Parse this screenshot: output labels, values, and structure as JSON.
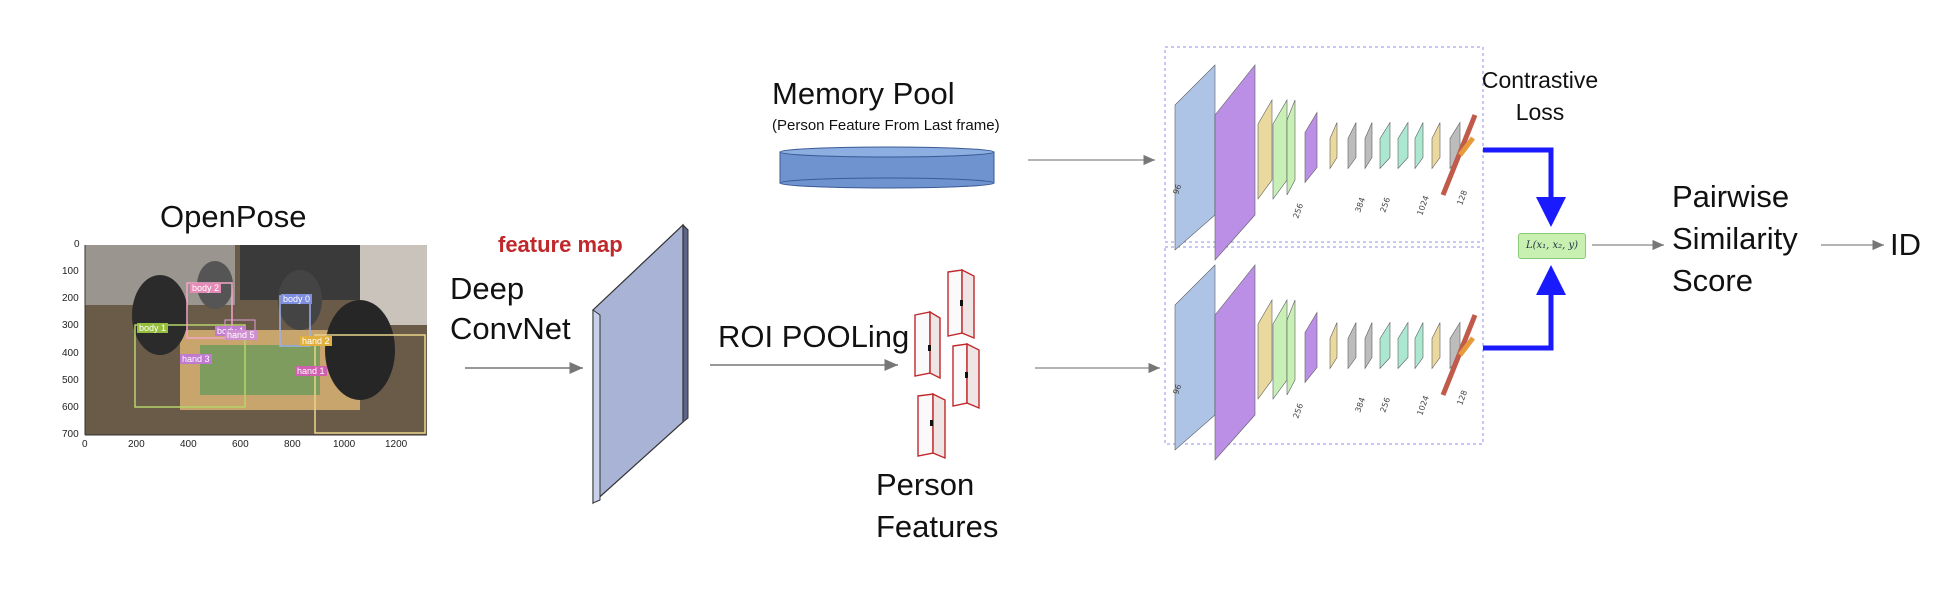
{
  "labels": {
    "openpose": "OpenPose",
    "feature_map": "feature map",
    "deep_convnet_line1": "Deep",
    "deep_convnet_line2": "ConvNet",
    "roi_pooling": "ROI POOLing",
    "person_features_line1": "Person",
    "person_features_line2": "Features",
    "memory_pool": "Memory Pool",
    "memory_pool_sub": "(Person Feature From Last frame)",
    "contrastive_loss_line1": "Contrastive",
    "contrastive_loss_line2": "Loss",
    "loss_formula": "L(x₁, x₂, y)",
    "pairwise_line1": "Pairwise",
    "pairwise_line2": "Similarity",
    "pairwise_line3": "Score",
    "id": "ID"
  },
  "openpose_image": {
    "y_ticks": [
      "0",
      "100",
      "200",
      "300",
      "400",
      "500",
      "600",
      "700"
    ],
    "x_ticks": [
      "0",
      "200",
      "400",
      "600",
      "800",
      "1000",
      "1200"
    ],
    "box_tags": [
      "body 2",
      "body 0",
      "body 1",
      "body 1",
      "hand 3",
      "hand 5",
      "hand 2",
      "hand 1"
    ]
  },
  "network_layer_labels": [
    "96",
    "256",
    "384",
    "256",
    "1024",
    "128"
  ],
  "colors": {
    "feature_map": "#a9b3d6",
    "memory_pool": "#6f93cf",
    "layer_blue": "#a9c1e6",
    "layer_purple": "#b98ae6",
    "layer_yellow": "#e9d79a",
    "layer_green": "#c6efb3",
    "layer_gray": "#b9b9b9",
    "layer_teal": "#a8e6cf",
    "fc_red": "#c05a4a",
    "fc_orange": "#e79b3c",
    "loss_arrow": "#1a1aff",
    "roi_box_border": "#c0282b"
  }
}
